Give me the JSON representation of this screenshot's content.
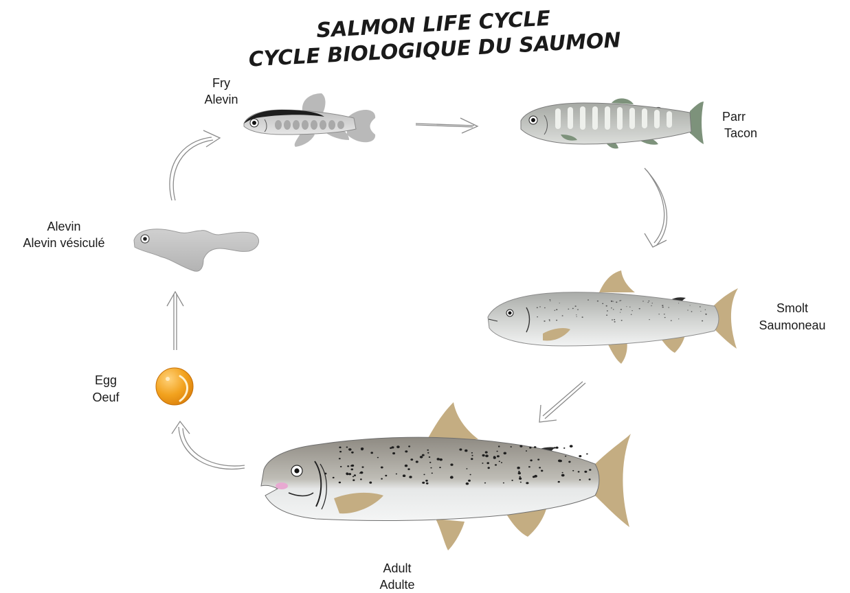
{
  "title": {
    "line1": "SALMON LIFE CYCLE",
    "line2": "CYCLE BIOLOGIQUE DU SAUMON"
  },
  "stages": {
    "fry": {
      "en": "Fry",
      "fr": "Alevin"
    },
    "parr": {
      "en": "Parr",
      "fr": "Tacon"
    },
    "smolt": {
      "en": "Smolt",
      "fr": "Saumoneau"
    },
    "adult": {
      "en": "Adult",
      "fr": "Adulte"
    },
    "egg": {
      "en": "Egg",
      "fr": "Oeuf"
    },
    "alevin": {
      "en": "Alevin",
      "fr": "Alevin vésiculé"
    }
  },
  "colors": {
    "egg": "#f2a21e",
    "fin_tan": "#c4ad82",
    "parr_fin": "#7d927b",
    "fish_grey": "#c8c8c8"
  }
}
